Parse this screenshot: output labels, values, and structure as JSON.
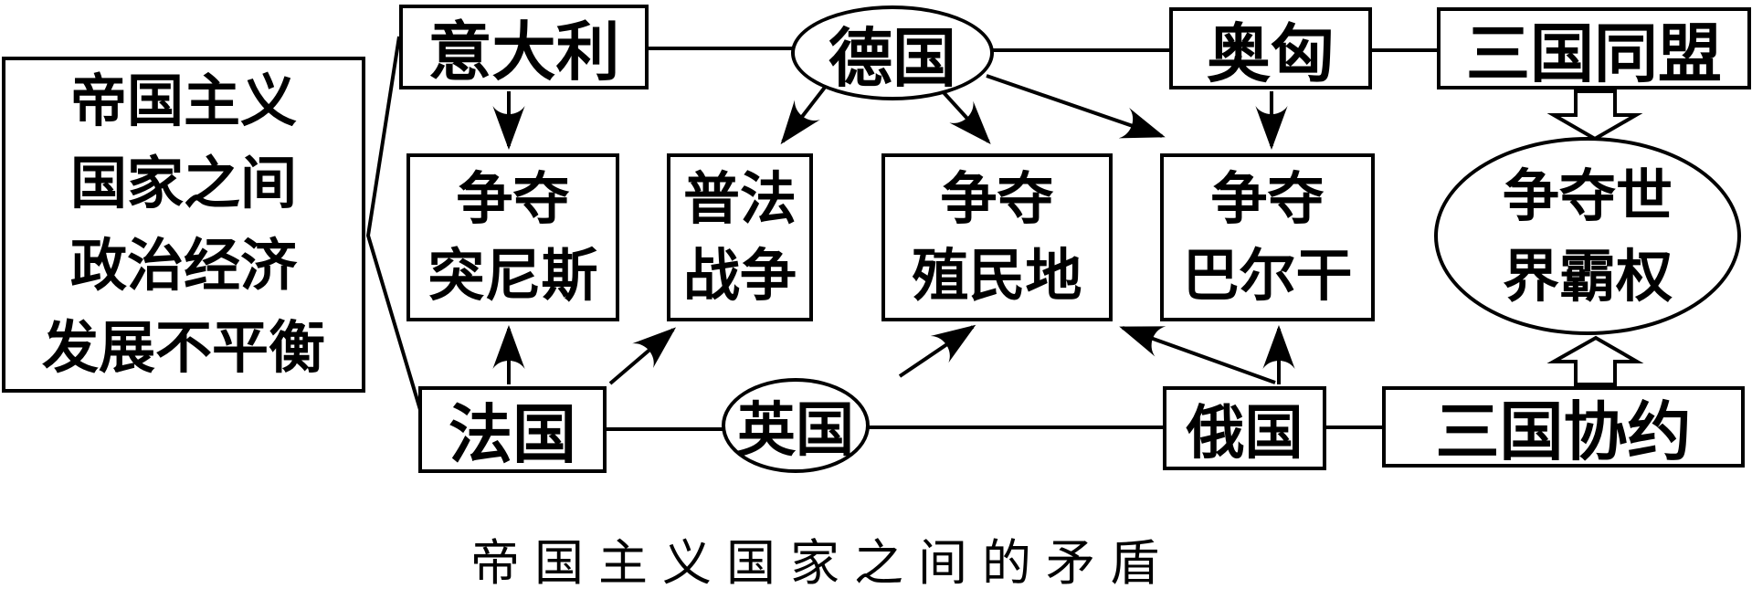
{
  "diagram": {
    "caption": "帝国主义国家之间的矛盾",
    "cause_box": "帝国主义\n国家之间\n政治经济\n发展不平衡",
    "nodes": {
      "italy": "意大利",
      "germany": "德国",
      "austria_hungary": "奥匈",
      "triple_alliance": "三国同盟",
      "tunisia": "争夺\n突尼斯",
      "franco_prussian_war": "普法\n战争",
      "colonies": "争夺\n殖民地",
      "balkans": "争夺\n巴尔干",
      "world_hegemony": "争夺世\n界霸权",
      "france": "法国",
      "britain": "英国",
      "russia": "俄国",
      "triple_entente": "三国协约"
    },
    "edges": [
      {
        "from": "cause_box",
        "to": "italy",
        "style": "line"
      },
      {
        "from": "cause_box",
        "to": "france",
        "style": "line"
      },
      {
        "from": "italy",
        "to": "germany",
        "style": "line"
      },
      {
        "from": "germany",
        "to": "austria_hungary",
        "style": "line"
      },
      {
        "from": "austria_hungary",
        "to": "triple_alliance",
        "style": "line"
      },
      {
        "from": "france",
        "to": "britain",
        "style": "line"
      },
      {
        "from": "britain",
        "to": "russia",
        "style": "line"
      },
      {
        "from": "russia",
        "to": "triple_entente",
        "style": "line"
      },
      {
        "from": "italy",
        "to": "tunisia",
        "style": "solid-arrow"
      },
      {
        "from": "germany",
        "to": "franco_prussian_war",
        "style": "solid-arrow"
      },
      {
        "from": "germany",
        "to": "colonies",
        "style": "solid-arrow"
      },
      {
        "from": "germany",
        "to": "balkans",
        "style": "solid-arrow"
      },
      {
        "from": "austria_hungary",
        "to": "balkans",
        "style": "solid-arrow"
      },
      {
        "from": "france",
        "to": "tunisia",
        "style": "solid-arrow"
      },
      {
        "from": "france",
        "to": "franco_prussian_war",
        "style": "solid-arrow"
      },
      {
        "from": "britain",
        "to": "colonies",
        "style": "solid-arrow"
      },
      {
        "from": "russia",
        "to": "colonies",
        "style": "solid-arrow"
      },
      {
        "from": "russia",
        "to": "balkans",
        "style": "solid-arrow"
      },
      {
        "from": "triple_alliance",
        "to": "world_hegemony",
        "style": "hollow-arrow"
      },
      {
        "from": "triple_entente",
        "to": "world_hegemony",
        "style": "hollow-arrow"
      }
    ],
    "colors": {
      "ink": "#000000",
      "background": "#ffffff"
    }
  }
}
